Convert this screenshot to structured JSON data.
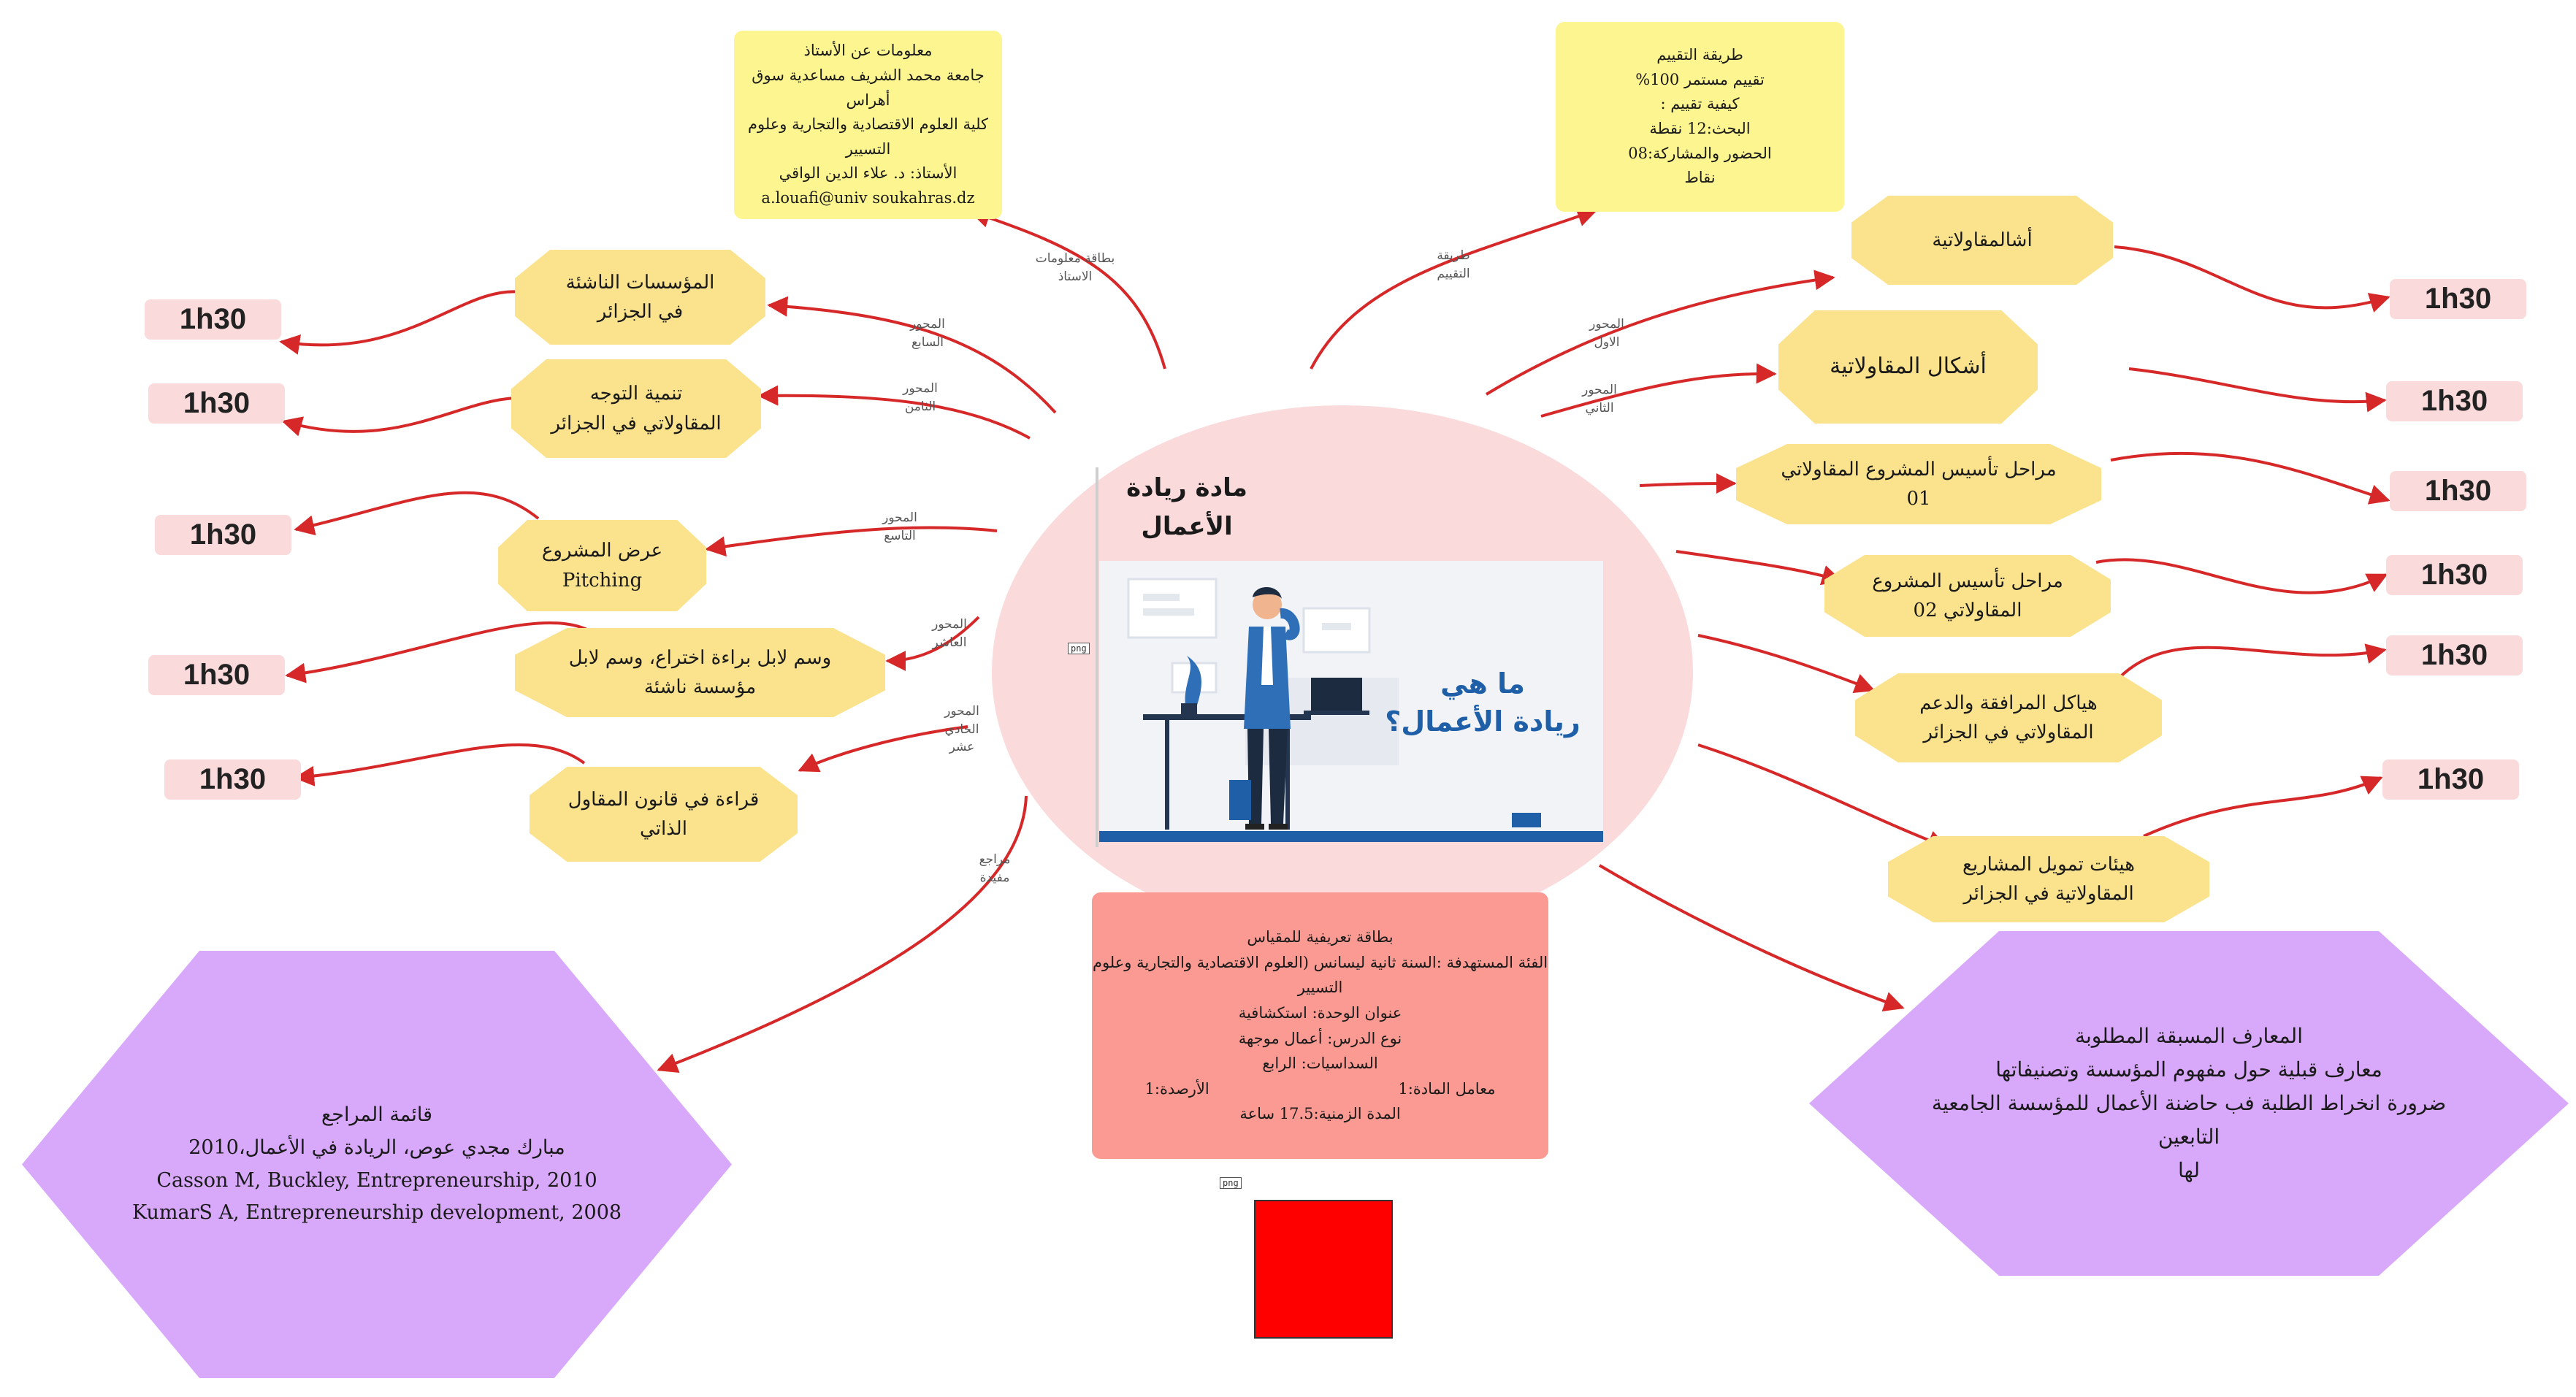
{
  "colors": {
    "arrow": "#d62828",
    "central_ellipse": "#fadada",
    "octagon": "#fbe38e",
    "note": "#fdf58f",
    "info_box": "#fb9a92",
    "hexagon": "#d8a8fa",
    "duration_tag": "#fadada",
    "square": "#ff0000"
  },
  "central": {
    "title_line1": "مادة ريادة",
    "title_line2": "الأعمال"
  },
  "illustration": {
    "caption_line1": "ما هي",
    "caption_line2": "ريادة الأعمال؟",
    "badge": "png"
  },
  "teacher_info": {
    "branch_label": "بطاقة معلومات الاستاذ",
    "lines": [
      "معلومات عن الأستاذ",
      "جامعة محمد الشريف مساعدية سوق أهراس",
      "كلية العلوم الاقتصادية والتجارية وعلوم",
      "التسيير",
      "الأستاذ: د. علاء الدين الواقي",
      "a.louafi@univ soukahras.dz"
    ]
  },
  "evaluation": {
    "branch_label": "طريقة التقييم",
    "lines": [
      "طريقة التقييم",
      "تقييم مستمر 100%",
      "كيفية تقييم :",
      "البحث:12 نقطة",
      "الحضور والمشاركة:08",
      "نقاط"
    ]
  },
  "course_info": {
    "lines": [
      "بطاقة تعريفية للمقياس",
      "الفئة المستهدفة :السنة ثانية ليسانس (العلوم الاقتصادية والتجارية وعلوم",
      "التسيير",
      "عنوان الوحدة: استكشافية",
      "نوع الدرس: أعمال موجهة",
      "السداسيات: الرابع"
    ],
    "coef": "معامل المادة:1",
    "credits": "الأرصدة:1",
    "duration": "المدة الزمنية:17.5 ساعة",
    "square_badge": "png"
  },
  "right_topics": [
    {
      "branch": "المحور الاول",
      "title": "أشالمقاولاتية",
      "duration": "1h30"
    },
    {
      "branch": "المحور الثاني",
      "title": "أشكال المقاولاتية",
      "duration": "1h30"
    },
    {
      "branch": "",
      "title": "مراحل تأسيس المشروع المقاولاتي 01",
      "duration": "1h30"
    },
    {
      "branch": "",
      "title": "مراحل تأسيس المشروع المقاولاتي 02",
      "duration": "1h30"
    },
    {
      "branch": "",
      "title": "هياكل المرافقة والدعم المقاولاتي في الجزائر",
      "duration": "1h30"
    },
    {
      "branch": "",
      "title": "هيئات تمويل المشاريع المقاولاتية في الجزائر",
      "duration": "1h30"
    }
  ],
  "left_topics": [
    {
      "branch": "المحور السابع",
      "title": "المؤسسات الناشئة في الجزائر",
      "duration": "1h30"
    },
    {
      "branch": "المحور الثامن",
      "title": "تنمية التوجه المقاولاتي في الجزائر",
      "duration": "1h30"
    },
    {
      "branch": "المحور التاسع",
      "title": "عرض المشروع Pitching",
      "duration": "1h30"
    },
    {
      "branch": "المحور العاشر",
      "title": "وسم لابل براءة اختراع، وسم لابل مؤسسة ناشئة",
      "duration": "1h30"
    },
    {
      "branch": "المحور الحادي عشر",
      "title": "قراءة في قانون المقاول الذاتي",
      "duration": "1h30"
    }
  ],
  "references": {
    "branch_label": "مراجع مفيدة",
    "lines": [
      "قائمة المراجع",
      "مبارك مجدي عوص، الريادة في الأعمال،2010",
      "Casson M, Buckley, Entrepreneurship, 2010",
      "KumarS A, Entrepreneurship development, 2008"
    ]
  },
  "prerequisites": {
    "lines": [
      "المعارف المسبقة المطلوبة",
      "معارف قبلية حول مفهوم المؤسسة وتصنيفاتها",
      "ضرورة انخراط الطلبة فب حاضنة الأعمال للمؤسسة الجامعية التابعين",
      "لها"
    ]
  }
}
